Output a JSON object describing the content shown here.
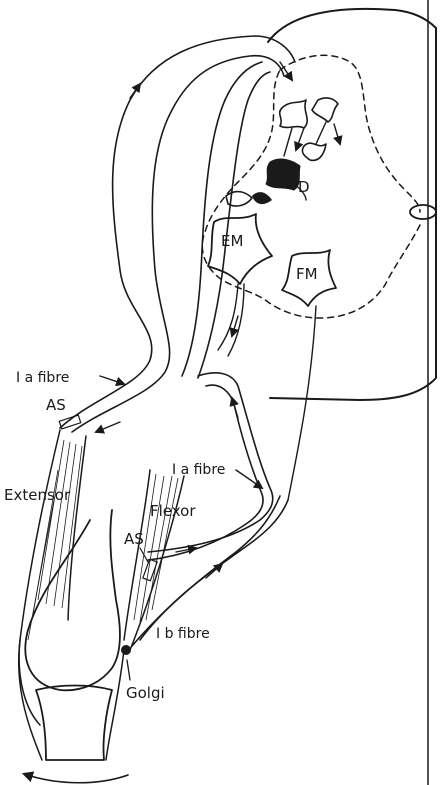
{
  "labels": {
    "d": "D",
    "em": "EM",
    "fm": "FM",
    "ia_fibre_upper": "I a fibre",
    "as_upper": "AS",
    "extensor": "Extensor",
    "ia_fibre_lower": "I a fibre",
    "flexor": "Flexor",
    "as_lower": "AS",
    "ib_fibre": "I b fibre",
    "golgi": "Golgi"
  },
  "colors": {
    "ink": "#1a1a1a",
    "background": "#ffffff"
  }
}
